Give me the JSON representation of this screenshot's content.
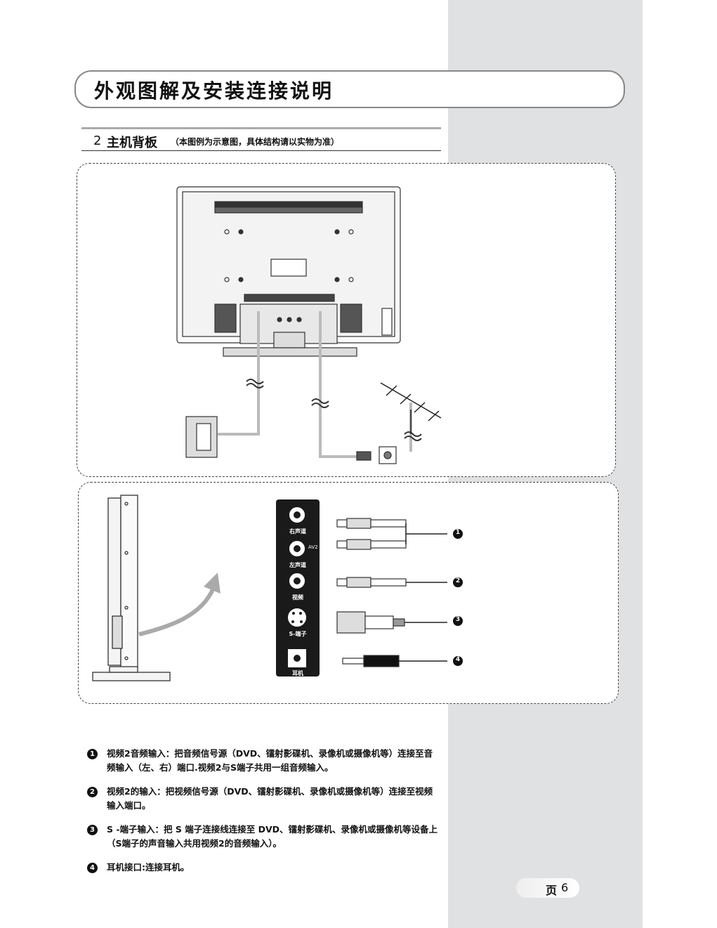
{
  "header": {
    "title": "外观图解及安装连接说明"
  },
  "section": {
    "number": "2",
    "title": "主机背板",
    "note": "（本图例为示意图，具体结构请以实物为准）"
  },
  "jack_panel": {
    "labels": [
      "右声道",
      "左声道",
      "视频",
      "S-端子",
      "耳机"
    ],
    "group_label": "AV2"
  },
  "callouts": [
    "1",
    "2",
    "3",
    "4"
  ],
  "notes": [
    {
      "num": "1",
      "text": "视频2音频输入：把音频信号源（DVD、镭射影碟机、录像机或摄像机等）连接至音频输入（左、右）端口.视频2与S端子共用一组音频输入。"
    },
    {
      "num": "2",
      "text": "视频2的输入：把视频信号源（DVD、镭射影碟机、录像机或摄像机等）连接至视频输入端口。"
    },
    {
      "num": "3",
      "text": "S -端子输入：把 S 端子连接线连接至 DVD、镭射影碟机、录像机或摄像机等设备上（S端子的声音输入共用视频2的音频输入）。"
    },
    {
      "num": "4",
      "text": "耳机接口:连接耳机。"
    }
  ],
  "footer": {
    "page_label": "页",
    "page_number": "6"
  }
}
